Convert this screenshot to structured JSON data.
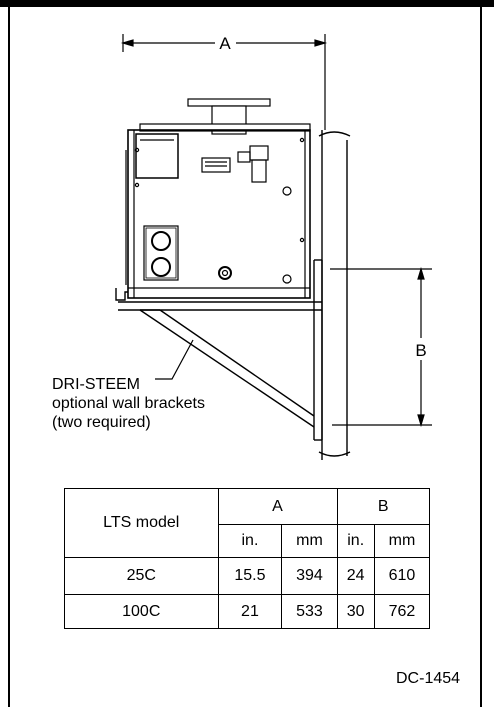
{
  "diagram": {
    "dimension_a_label": "A",
    "dimension_b_label": "B",
    "callout_lines": [
      "DRI-STEEM",
      "optional wall brackets",
      "(two required)"
    ]
  },
  "table": {
    "model_header": "LTS model",
    "group_headers": [
      "A",
      "B"
    ],
    "unit_headers": [
      "in.",
      "mm",
      "in.",
      "mm"
    ],
    "rows": [
      {
        "model": "25C",
        "a_in": "15.5",
        "a_mm": "394",
        "b_in": "24",
        "b_mm": "610"
      },
      {
        "model": "100C",
        "a_in": "21",
        "a_mm": "533",
        "b_in": "30",
        "b_mm": "762"
      }
    ]
  },
  "doc_ref": "DC-1454"
}
